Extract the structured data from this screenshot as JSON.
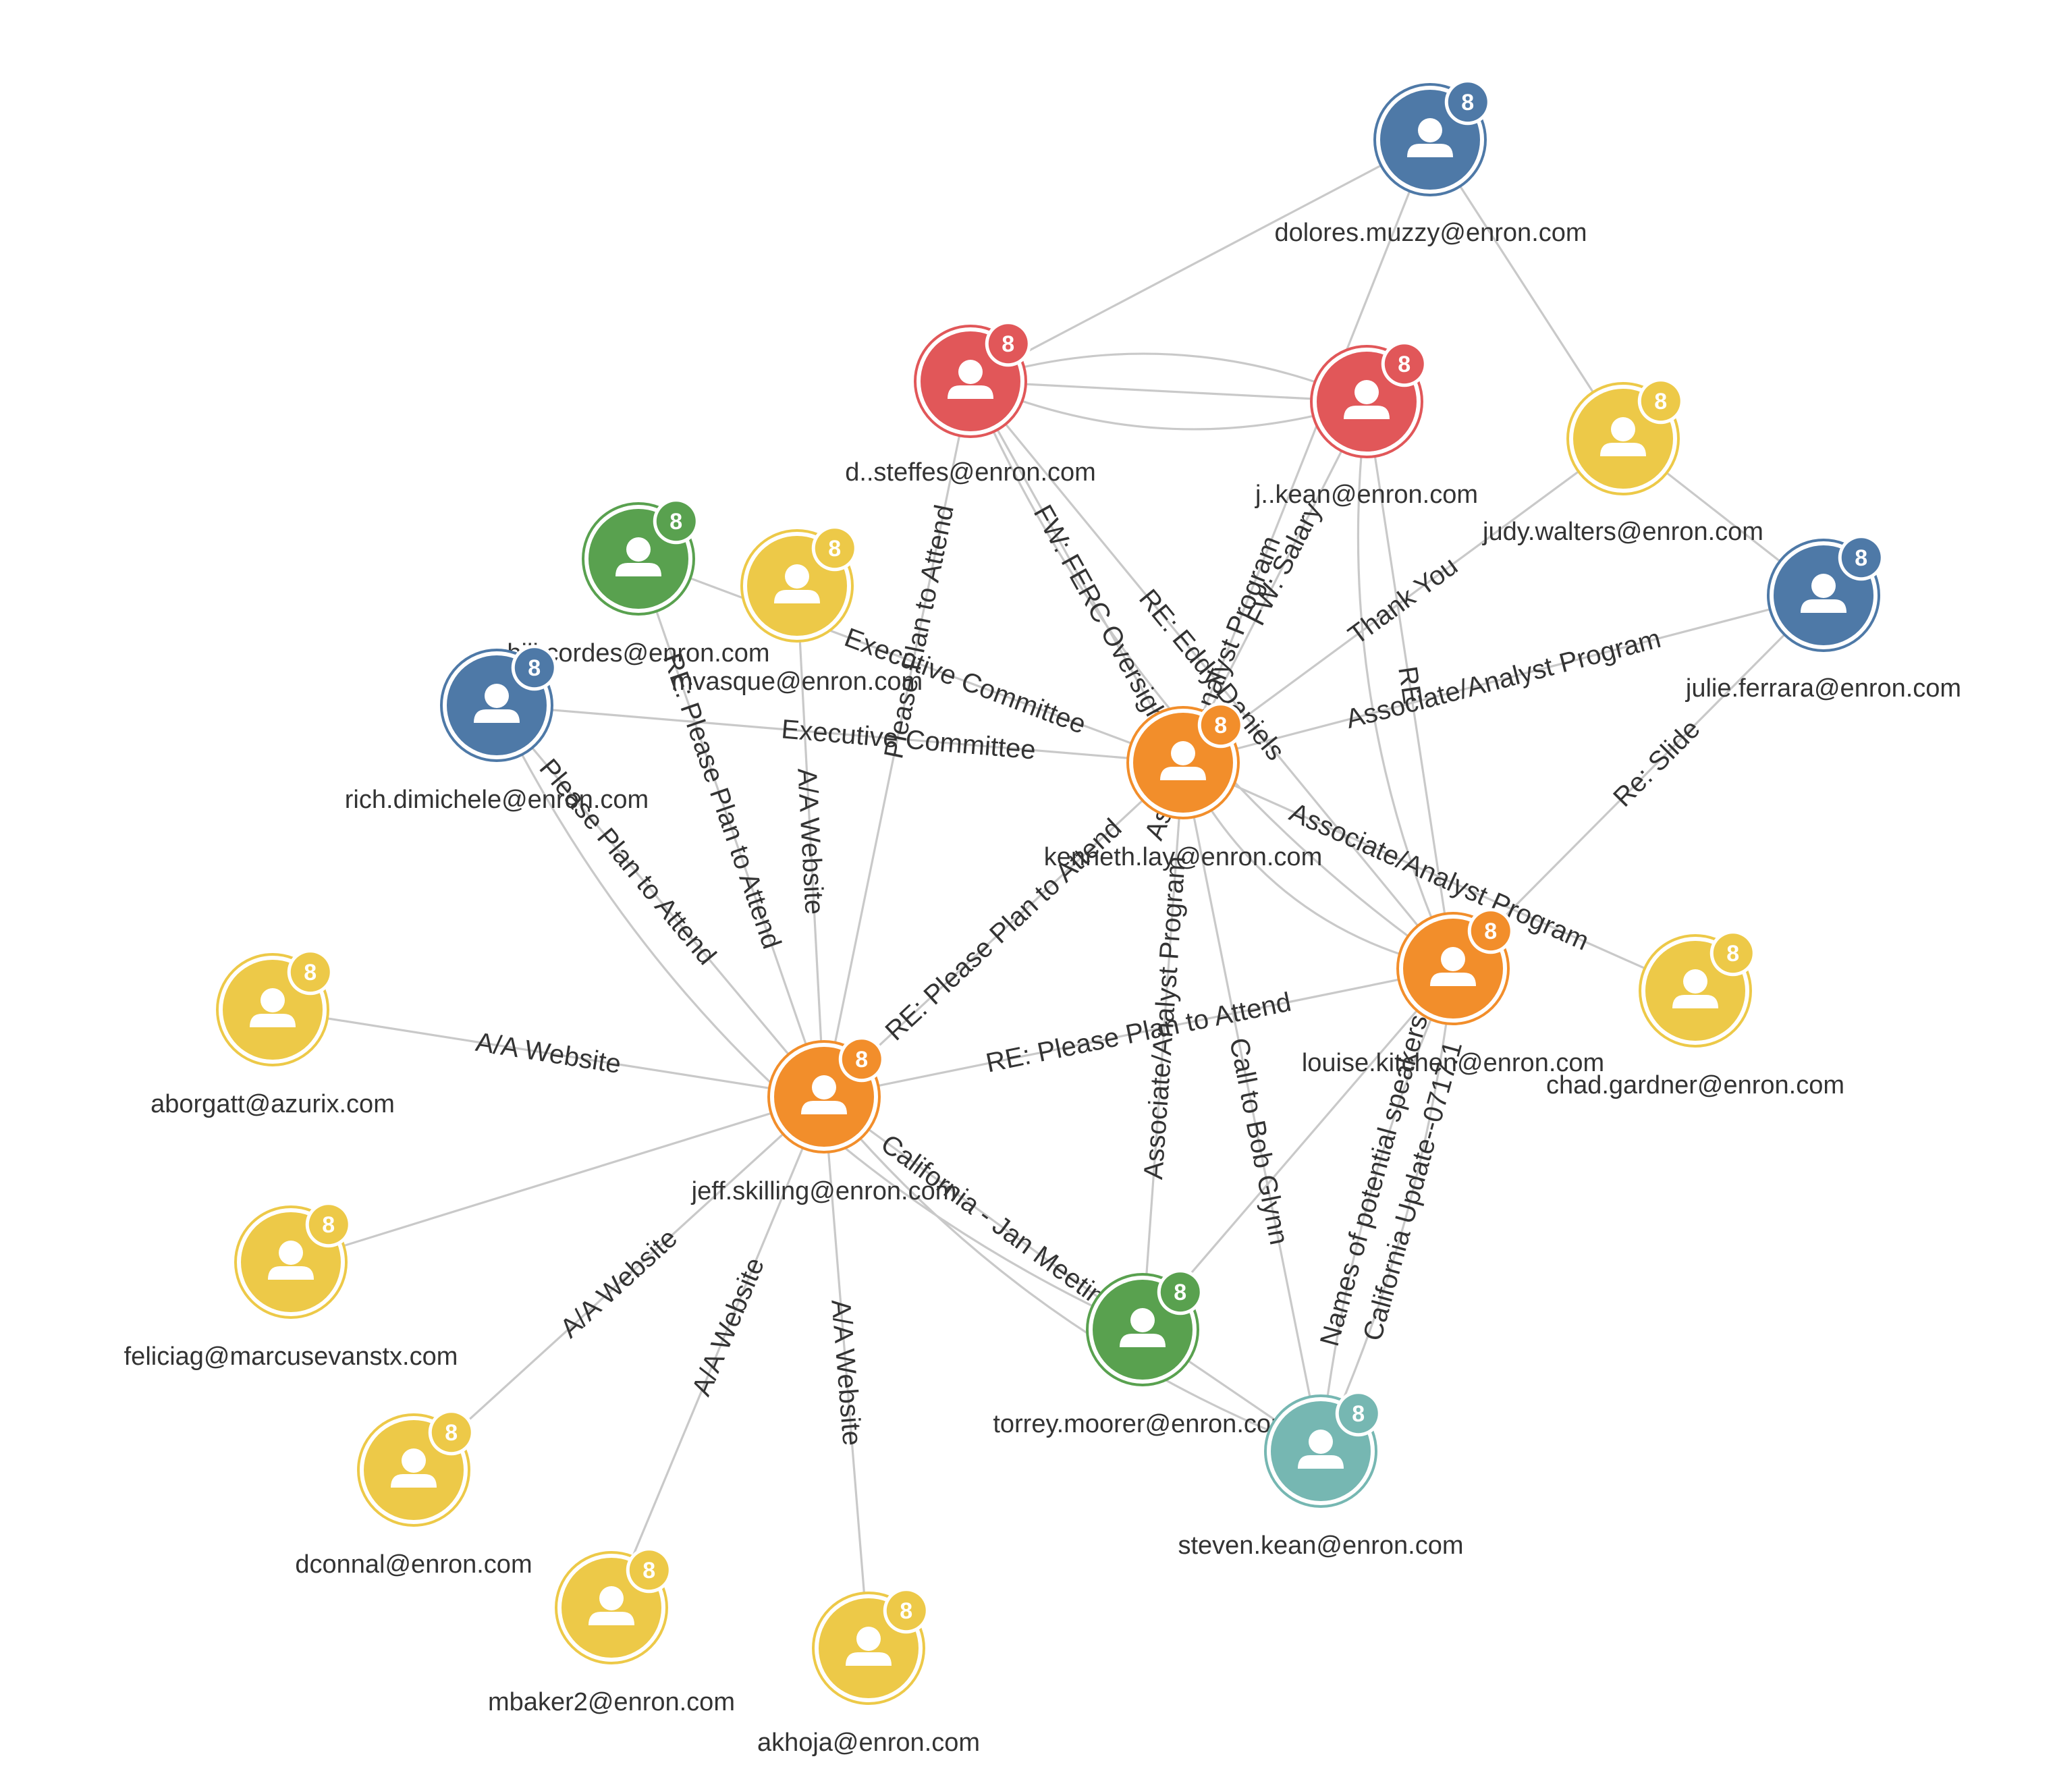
{
  "colors": {
    "blue": "#4e79a7",
    "red": "#e15759",
    "yellow": "#edc948",
    "green": "#59a14f",
    "orange": "#f28e2b",
    "teal": "#76b7b2",
    "edge": "#c9c9c9",
    "text": "#333333"
  },
  "nodes": [
    {
      "id": "dolores",
      "label": "dolores.muzzy@enron.com",
      "color": "blue",
      "badge": "8",
      "icon": "user-icon"
    },
    {
      "id": "steffes",
      "label": "d..steffes@enron.com",
      "color": "red",
      "badge": "8",
      "icon": "user-icon"
    },
    {
      "id": "jkean",
      "label": "j..kean@enron.com",
      "color": "red",
      "badge": "8",
      "icon": "user-icon"
    },
    {
      "id": "judy",
      "label": "judy.walters@enron.com",
      "color": "yellow",
      "badge": "8",
      "icon": "user-icon"
    },
    {
      "id": "julie",
      "label": "julie.ferrara@enron.com",
      "color": "blue",
      "badge": "8",
      "icon": "user-icon"
    },
    {
      "id": "bill",
      "label": "bill.cordes@enron.com",
      "color": "green",
      "badge": "8",
      "icon": "user-icon"
    },
    {
      "id": "mvasque",
      "label": "mvasque@enron.com",
      "color": "yellow",
      "badge": "8",
      "icon": "user-icon"
    },
    {
      "id": "rich",
      "label": "rich.dimichele@enron.com",
      "color": "blue",
      "badge": "8",
      "icon": "user-icon"
    },
    {
      "id": "kenneth",
      "label": "kenneth.lay@enron.com",
      "color": "orange",
      "badge": "8",
      "icon": "user-icon"
    },
    {
      "id": "louise",
      "label": "louise.kitchen@enron.com",
      "color": "orange",
      "badge": "8",
      "icon": "user-icon"
    },
    {
      "id": "chad",
      "label": "chad.gardner@enron.com",
      "color": "yellow",
      "badge": "8",
      "icon": "user-icon"
    },
    {
      "id": "aborgatt",
      "label": "aborgatt@azurix.com",
      "color": "yellow",
      "badge": "8",
      "icon": "user-icon"
    },
    {
      "id": "jeff",
      "label": "jeff.skilling@enron.com",
      "color": "orange",
      "badge": "8",
      "icon": "user-icon"
    },
    {
      "id": "feliciag",
      "label": "feliciag@marcusevanstx.com",
      "color": "yellow",
      "badge": "8",
      "icon": "user-icon"
    },
    {
      "id": "torrey",
      "label": "torrey.moorer@enron.com",
      "color": "green",
      "badge": "8",
      "icon": "user-icon"
    },
    {
      "id": "steven",
      "label": "steven.kean@enron.com",
      "color": "teal",
      "badge": "8",
      "icon": "user-icon"
    },
    {
      "id": "dconnal",
      "label": "dconnal@enron.com",
      "color": "yellow",
      "badge": "8",
      "icon": "user-icon"
    },
    {
      "id": "mbaker2",
      "label": "mbaker2@enron.com",
      "color": "yellow",
      "badge": "8",
      "icon": "user-icon"
    },
    {
      "id": "akhoja",
      "label": "akhoja@enron.com",
      "color": "yellow",
      "badge": "8",
      "icon": "user-icon"
    }
  ],
  "edges": [
    {
      "id": "e1",
      "source": "dolores",
      "target": "steffes",
      "label": ""
    },
    {
      "id": "e2",
      "source": "dolores",
      "target": "judy",
      "label": ""
    },
    {
      "id": "e3",
      "source": "judy",
      "target": "julie",
      "label": ""
    },
    {
      "id": "e4",
      "source": "dolores",
      "target": "kenneth",
      "label": "Associate/Analyst Program"
    },
    {
      "id": "e5",
      "source": "steffes",
      "target": "jkean",
      "label": ""
    },
    {
      "id": "e6",
      "source": "steffes",
      "target": "jkean",
      "label": ""
    },
    {
      "id": "e7",
      "source": "steffes",
      "target": "jkean",
      "label": ""
    },
    {
      "id": "e8",
      "source": "steffes",
      "target": "kenneth",
      "label": "FW: FERC Oversight"
    },
    {
      "id": "e9",
      "source": "steffes",
      "target": "louise",
      "label": "RE: Eddy Daniels"
    },
    {
      "id": "e10",
      "source": "steffes",
      "target": "louise",
      "label": ""
    },
    {
      "id": "e11",
      "source": "steffes",
      "target": "jeff",
      "label": "Please Plan to Attend"
    },
    {
      "id": "e12",
      "source": "jkean",
      "target": "kenneth",
      "label": "FW: Salary"
    },
    {
      "id": "e13",
      "source": "jkean",
      "target": "louise",
      "label": "RE"
    },
    {
      "id": "e14",
      "source": "jkean",
      "target": "louise",
      "label": ""
    },
    {
      "id": "e15",
      "source": "judy",
      "target": "kenneth",
      "label": "Thank You"
    },
    {
      "id": "e16",
      "source": "julie",
      "target": "kenneth",
      "label": "Associate/Analyst Program"
    },
    {
      "id": "e17",
      "source": "julie",
      "target": "louise",
      "label": "Re: Slide"
    },
    {
      "id": "e18",
      "source": "bill",
      "target": "kenneth",
      "label": "Executive Committee"
    },
    {
      "id": "e19",
      "source": "bill",
      "target": "jeff",
      "label": "RE: Please Plan to Attend"
    },
    {
      "id": "e20",
      "source": "mvasque",
      "target": "jeff",
      "label": "A/A Website"
    },
    {
      "id": "e21",
      "source": "rich",
      "target": "kenneth",
      "label": "Executive Committee"
    },
    {
      "id": "e22",
      "source": "rich",
      "target": "jeff",
      "label": "Please Plan to Attend"
    },
    {
      "id": "e23",
      "source": "rich",
      "target": "torrey",
      "label": ""
    },
    {
      "id": "e24",
      "source": "kenneth",
      "target": "jeff",
      "label": "RE: Please Plan to Attend"
    },
    {
      "id": "e25",
      "source": "kenneth",
      "target": "torrey",
      "label": "Associate/Analyst Program"
    },
    {
      "id": "e26",
      "source": "kenneth",
      "target": "steven",
      "label": "Call to Bob Glynn"
    },
    {
      "id": "e27",
      "source": "kenneth",
      "target": "louise",
      "label": ""
    },
    {
      "id": "e28",
      "source": "chad",
      "target": "kenneth",
      "label": "Associate/Analyst Program"
    },
    {
      "id": "e29",
      "source": "jeff",
      "target": "louise",
      "label": "RE: Please Plan to Attend"
    },
    {
      "id": "e30",
      "source": "louise",
      "target": "torrey",
      "label": ""
    },
    {
      "id": "e31",
      "source": "louise",
      "target": "steven",
      "label": "California Update--0717.1"
    },
    {
      "id": "e32",
      "source": "louise",
      "target": "steven",
      "label": "Names of potential speakers"
    },
    {
      "id": "e33",
      "source": "aborgatt",
      "target": "jeff",
      "label": "A/A Website"
    },
    {
      "id": "e34",
      "source": "feliciag",
      "target": "jeff",
      "label": ""
    },
    {
      "id": "e35",
      "source": "dconnal",
      "target": "jeff",
      "label": "A/A Website"
    },
    {
      "id": "e36",
      "source": "mbaker2",
      "target": "jeff",
      "label": "A/A Website"
    },
    {
      "id": "e37",
      "source": "akhoja",
      "target": "jeff",
      "label": "A/A Website"
    },
    {
      "id": "e38",
      "source": "jeff",
      "target": "torrey",
      "label": "California - Jan Meeting"
    },
    {
      "id": "e39",
      "source": "torrey",
      "target": "steven",
      "label": ""
    },
    {
      "id": "e40",
      "source": "jeff",
      "target": "steven",
      "label": ""
    }
  ]
}
